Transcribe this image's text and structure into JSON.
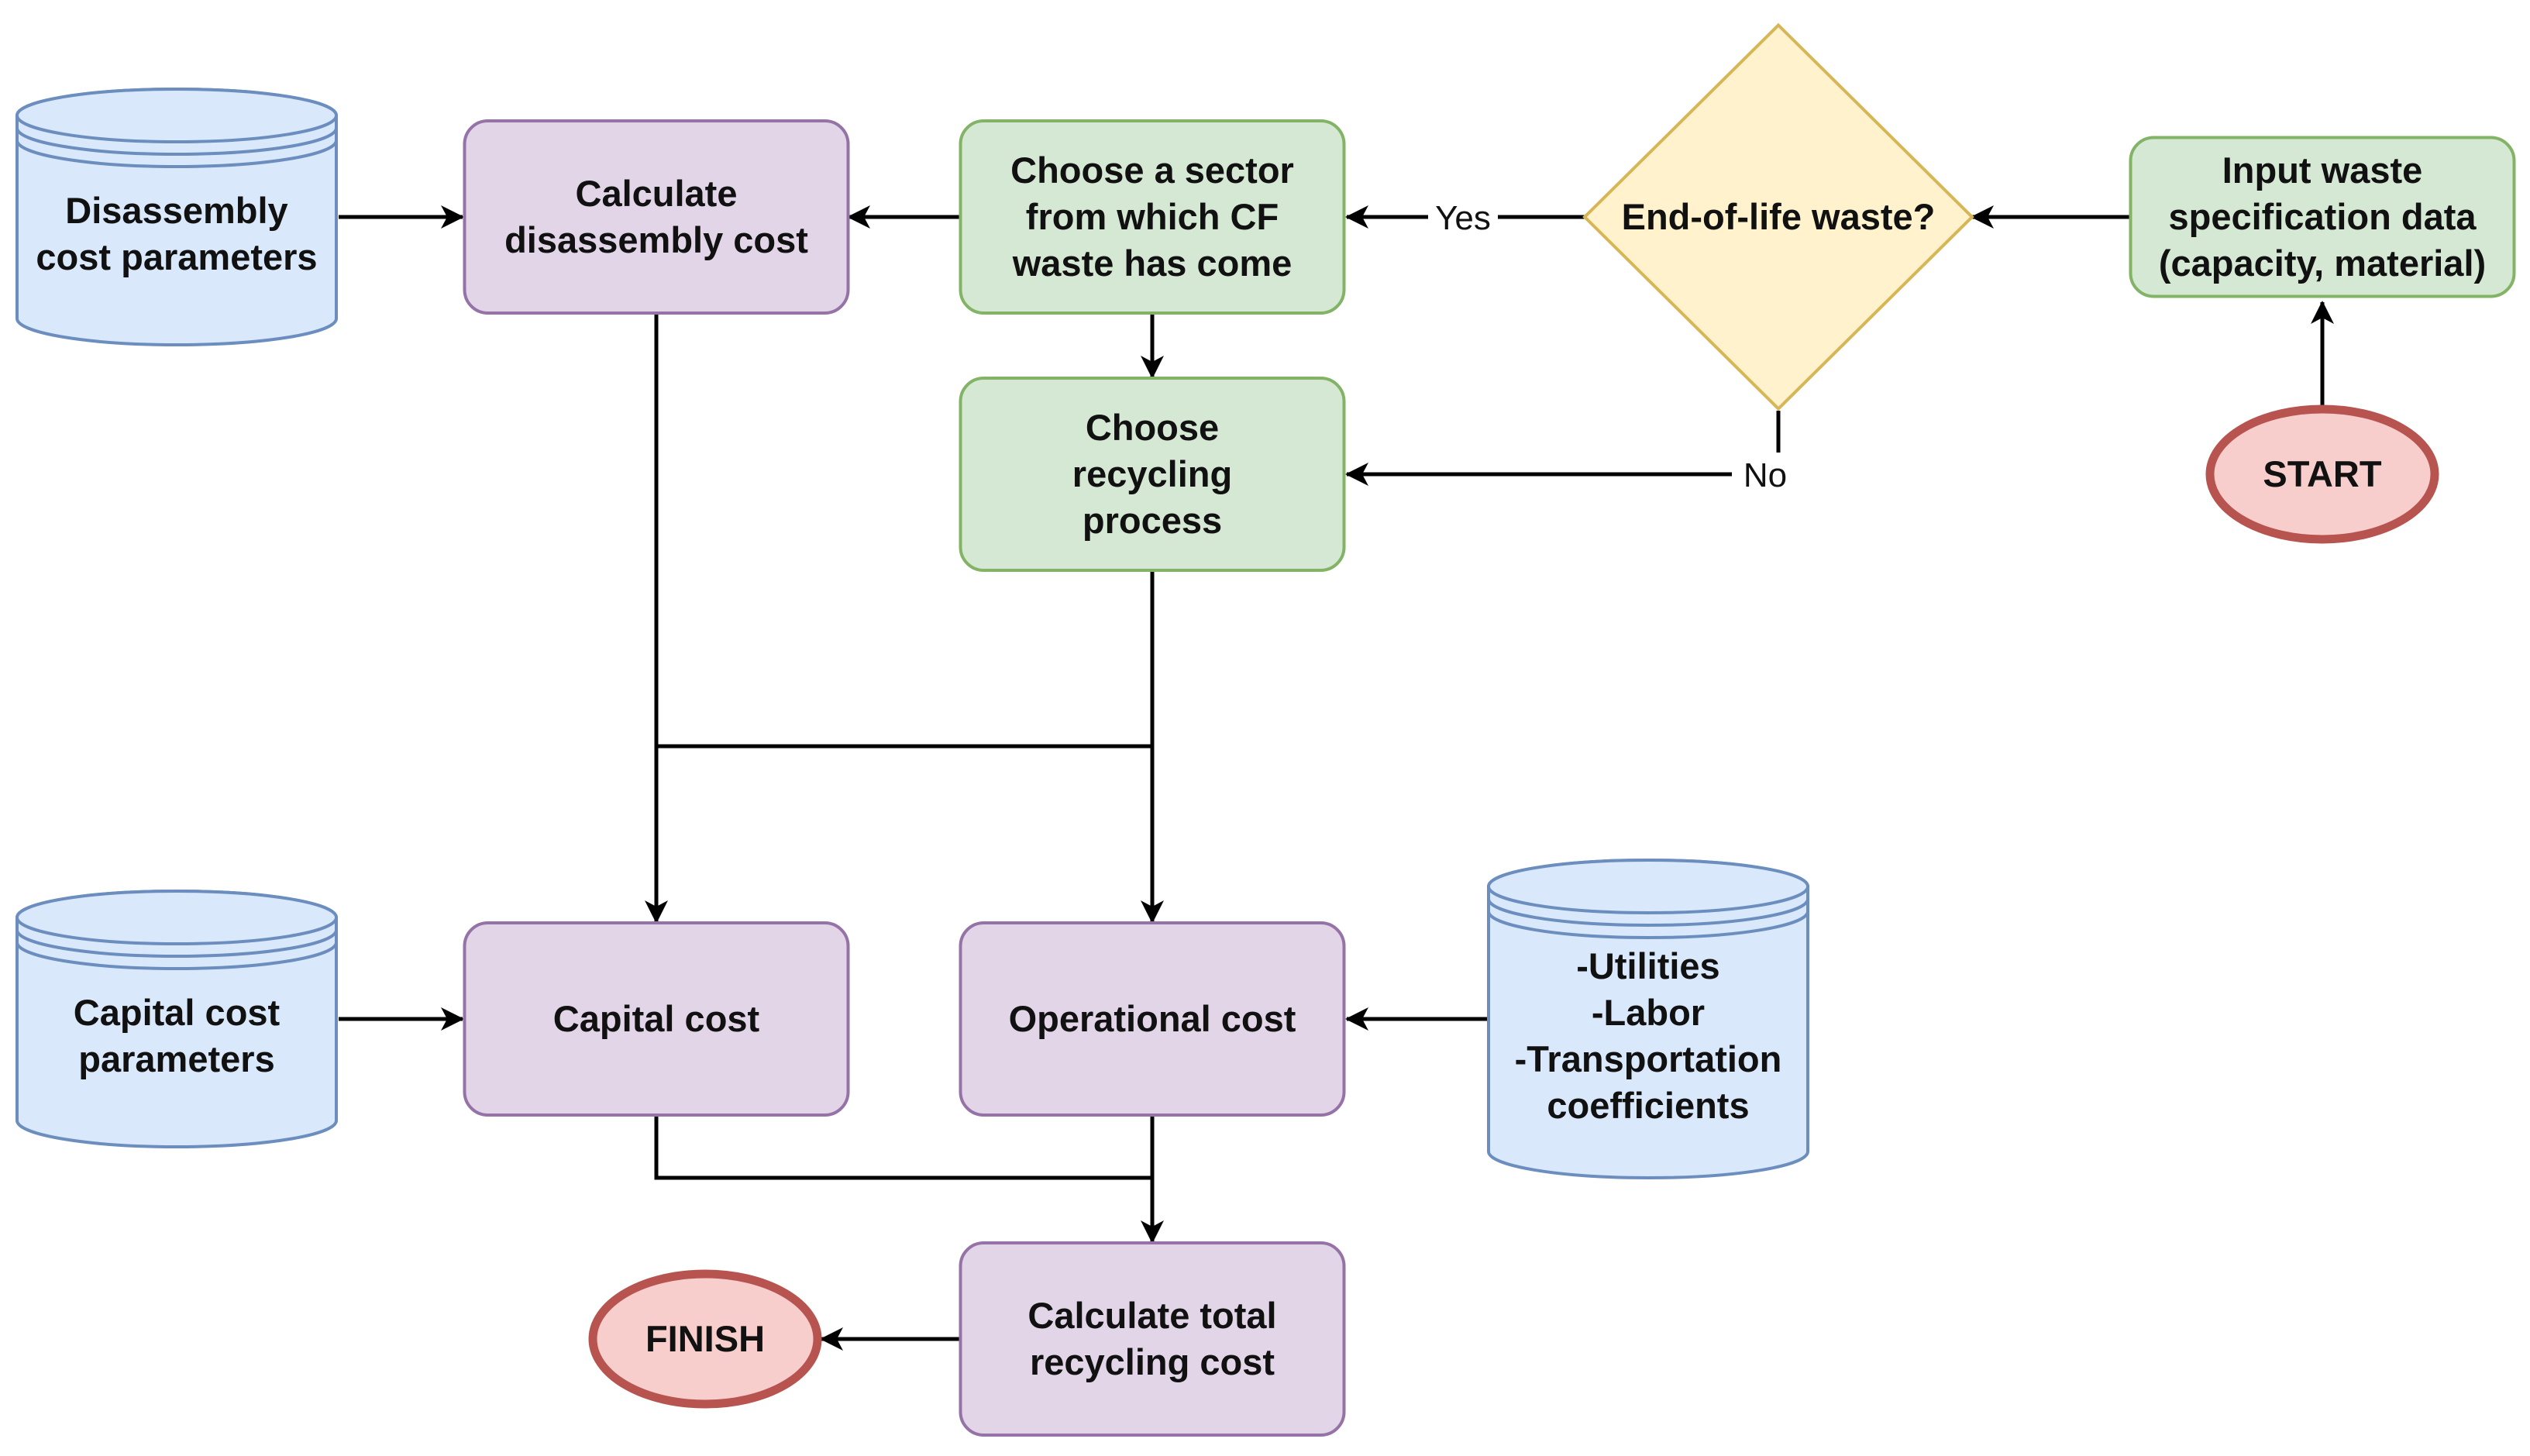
{
  "colors": {
    "process_fill": "#e1d5e7",
    "process_stroke": "#9673a6",
    "green_fill": "#d5e8d4",
    "green_stroke": "#82b366",
    "db_fill": "#dae8fc",
    "db_stroke": "#6c8ebf",
    "decision_fill": "#fff2cc",
    "decision_stroke": "#d6b656",
    "terminal_fill": "#f8cecc",
    "terminal_stroke": "#b85450",
    "line": "#000000"
  },
  "nodes": {
    "disassembly_params": {
      "lines": [
        "Disassembly",
        "cost parameters"
      ],
      "shape": "database"
    },
    "calc_disassembly": {
      "lines": [
        "Calculate",
        "disassembly cost"
      ],
      "shape": "process"
    },
    "choose_sector": {
      "lines": [
        "Choose a sector",
        "from which CF",
        "waste has come"
      ],
      "shape": "process-green"
    },
    "eol_decision": {
      "lines": [
        "End-of-life waste?"
      ],
      "shape": "decision"
    },
    "input_waste": {
      "lines": [
        "Input waste",
        "specification data",
        "(capacity, material)"
      ],
      "shape": "process-green"
    },
    "start": {
      "lines": [
        "START"
      ],
      "shape": "terminal"
    },
    "choose_recycling": {
      "lines": [
        "Choose",
        "recycling",
        "process"
      ],
      "shape": "process-green"
    },
    "capital_params": {
      "lines": [
        "Capital cost",
        "parameters"
      ],
      "shape": "database"
    },
    "capital_cost": {
      "lines": [
        "Capital cost"
      ],
      "shape": "process"
    },
    "operational_cost": {
      "lines": [
        "Operational cost"
      ],
      "shape": "process"
    },
    "utilities_db": {
      "lines": [
        "-Utilities",
        "-Labor",
        "-Transportation",
        "coefficients"
      ],
      "shape": "database"
    },
    "total_cost": {
      "lines": [
        "Calculate total",
        "recycling cost"
      ],
      "shape": "process"
    },
    "finish": {
      "lines": [
        "FINISH"
      ],
      "shape": "terminal"
    }
  },
  "edges": {
    "yes_label": "Yes",
    "no_label": "No"
  }
}
